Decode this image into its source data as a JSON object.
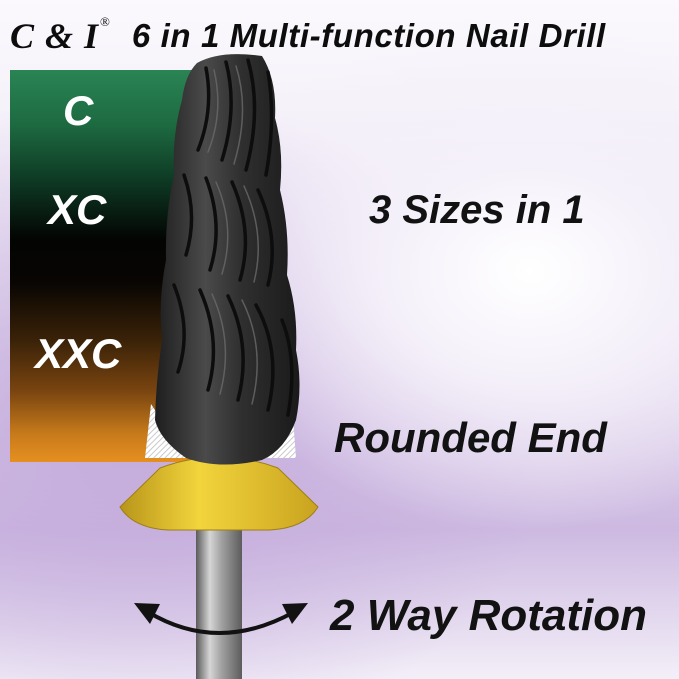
{
  "header": {
    "brand": "C & I",
    "brand_mark": "®",
    "title": "6 in 1 Multi-function Nail Drill"
  },
  "grit_panel": {
    "labels": [
      "C",
      "XC",
      "XXC"
    ]
  },
  "callouts": {
    "sizes": "3 Sizes in 1",
    "rounded_end": "Rounded End",
    "rotation": "2 Way Rotation"
  },
  "colors": {
    "text": "#121212",
    "panel_green": "#2a8454",
    "panel_black": "#030503",
    "panel_orange": "#e58f20",
    "bit_black": "#2b2b2b",
    "collar_yellow": "#e8c62a",
    "shaft_silver": "#a8a8a8",
    "background": "#ebe4f3"
  },
  "icons": {
    "rotation_arrow": "curved-double-arrow-icon",
    "rounded_end_guides": "hatched-triangle-icon"
  }
}
